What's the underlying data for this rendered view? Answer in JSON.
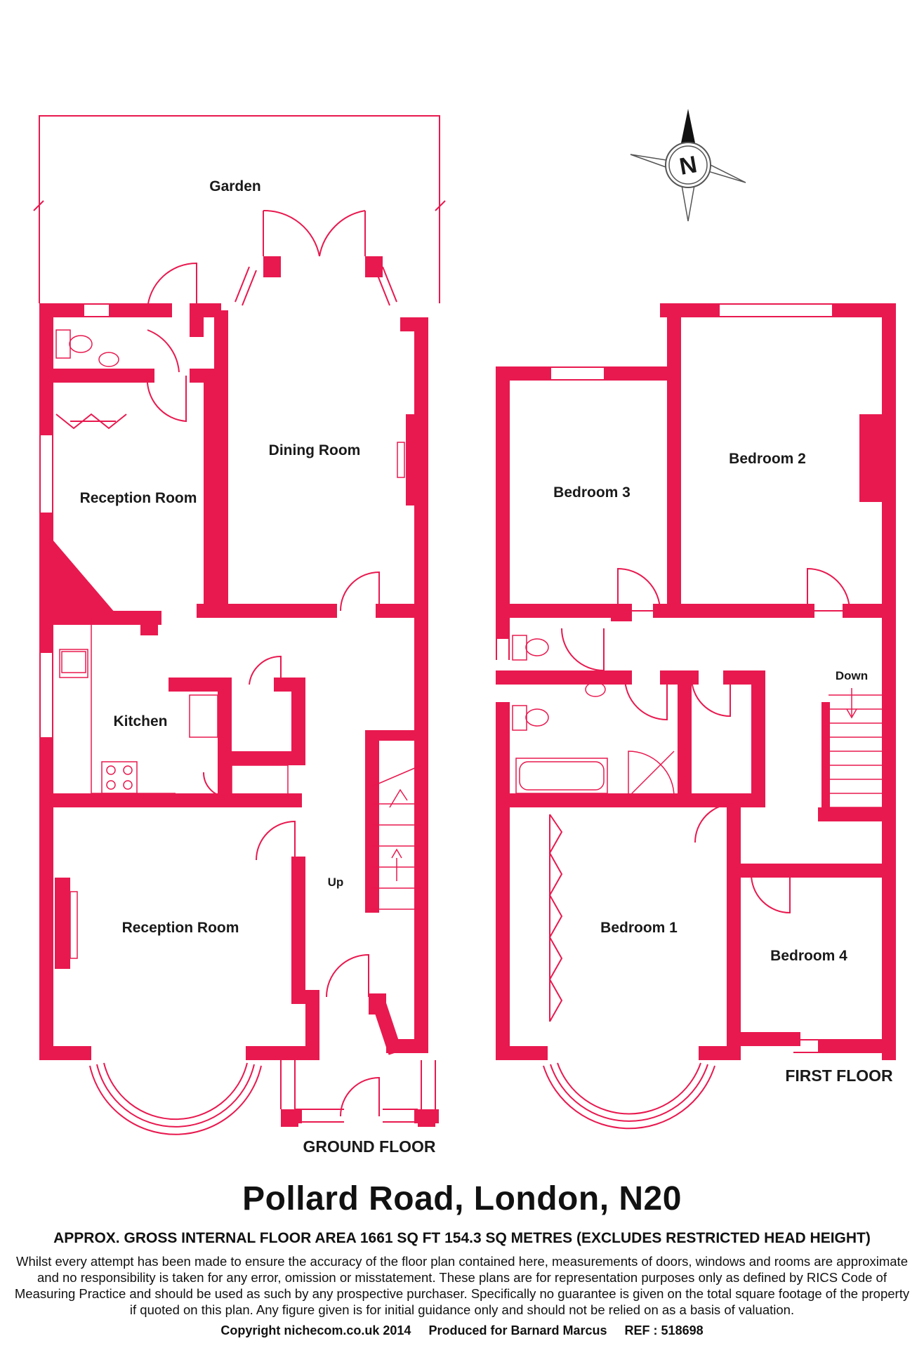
{
  "rooms": {
    "garden": "Garden",
    "dining_room": "Dining Room",
    "reception_room_rear": "Reception Room",
    "kitchen": "Kitchen",
    "reception_room_front": "Reception Room",
    "bedroom_3": "Bedroom 3",
    "bedroom_2": "Bedroom 2",
    "bedroom_1": "Bedroom 1",
    "bedroom_4": "Bedroom 4"
  },
  "stairs": {
    "up": "Up",
    "down": "Down"
  },
  "floors": {
    "ground": "GROUND FLOOR",
    "first": "FIRST FLOOR"
  },
  "compass": {
    "letter": "N"
  },
  "footer": {
    "title": "Pollard Road, London, N20",
    "area": "APPROX. GROSS INTERNAL FLOOR AREA 1661 SQ FT 154.3 SQ METRES (EXCLUDES RESTRICTED HEAD HEIGHT)",
    "disclaimer": "Whilst every attempt has been made to ensure the accuracy of the floor plan contained here, measurements of doors, windows and rooms are approximate and no responsibility is taken for any error, omission or misstatement. These plans are for representation purposes only as defined by RICS Code of Measuring Practice and should be used as such by any prospective purchaser.  Specifically no guarantee is given on the total square footage of the property if quoted on this plan. Any figure given is for initial guidance only and should not be relied on as a basis of valuation.",
    "copyright": "Copyright nichecom.co.uk 2014",
    "produced": "Produced for Barnard Marcus",
    "ref": "REF : 518698"
  },
  "colors": {
    "wall": "#e8194f",
    "background": "#ffffff",
    "text": "#1a1a1a"
  }
}
